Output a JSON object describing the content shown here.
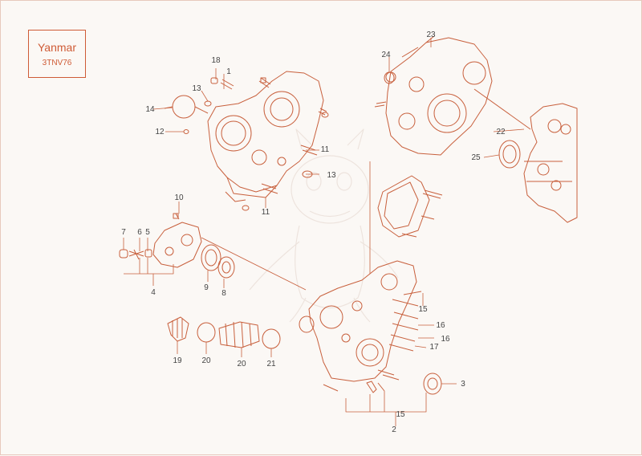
{
  "header": {
    "brand": "Yanmar",
    "model": "3TNV76"
  },
  "colors": {
    "line": "#c8603d",
    "text": "#444444",
    "background": "#fbf8f5"
  },
  "callouts": [
    "1",
    "2",
    "3",
    "4",
    "5",
    "6",
    "7",
    "8",
    "9",
    "10",
    "11",
    "11",
    "12",
    "13",
    "13",
    "14",
    "15",
    "15",
    "16",
    "16",
    "17",
    "18",
    "19",
    "20",
    "20",
    "21",
    "22",
    "23",
    "24",
    "25"
  ]
}
